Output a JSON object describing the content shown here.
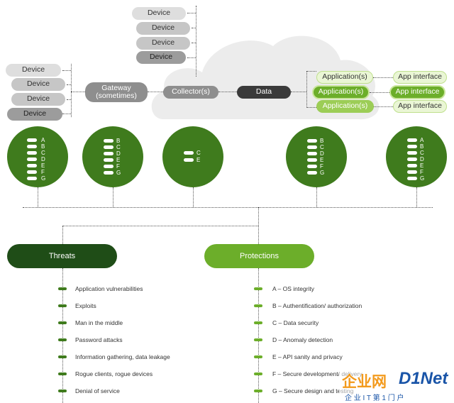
{
  "devices_top": [
    "Device",
    "Device",
    "Device",
    "Device"
  ],
  "devices_left": [
    "Device",
    "Device",
    "Device",
    "Device"
  ],
  "gateway": "Gateway\n(sometimes)",
  "collector": "Collector(s)",
  "data": "Data",
  "applications": [
    "Application(s)",
    "Application(s)",
    "Application(s)"
  ],
  "app_interfaces": [
    "App interface",
    "App interface",
    "App interface"
  ],
  "circles": [
    {
      "letters": [
        "A",
        "B",
        "C",
        "D",
        "E",
        "F",
        "G"
      ]
    },
    {
      "letters": [
        "B",
        "C",
        "D",
        "E",
        "F",
        "G"
      ]
    },
    {
      "letters": [
        "C",
        "E"
      ]
    },
    {
      "letters": [
        "B",
        "C",
        "D",
        "E",
        "F",
        "G"
      ]
    },
    {
      "letters": [
        "A",
        "B",
        "C",
        "D",
        "E",
        "F",
        "G"
      ]
    }
  ],
  "threats": {
    "header": "Threats",
    "items": [
      "Application vulnerabilities",
      "Exploits",
      "Man in the middle",
      "Password attacks",
      "Information gathering, data leakage",
      "Rogue clients, rogue devices",
      "Denial of service"
    ]
  },
  "protections": {
    "header": "Protections",
    "items": [
      "A – OS integrity",
      "B – Authentification/ authorization",
      "C – Data security",
      "D – Anomaly detection",
      "E – API sanity and privacy",
      "F – Secure development/ delivery",
      "G – Secure design and testing"
    ]
  },
  "watermark": {
    "brand": "企业网",
    "brand2": "D1Net",
    "tagline": "企 业 I T 第 1 门 户"
  },
  "colors": {
    "dark_green": "#3f7b1d",
    "light_green": "#6cae2a",
    "threat_header": "#1f4d17"
  }
}
